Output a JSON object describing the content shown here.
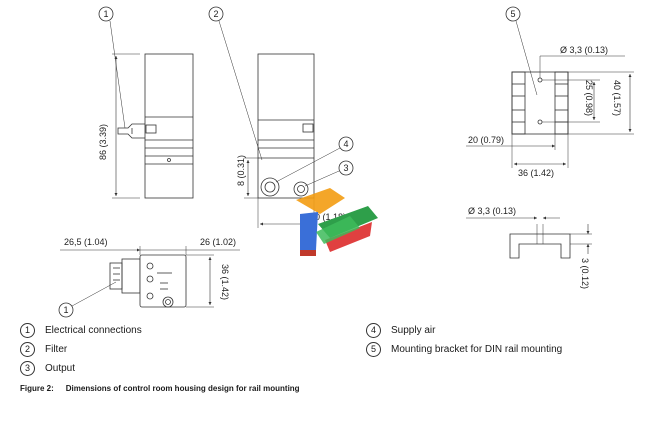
{
  "callouts": [
    "1",
    "2",
    "3",
    "4",
    "5"
  ],
  "dimensions": {
    "height_86": "86 (3.39)",
    "d8": "8 (0.31)",
    "d30": "30 (1.18)",
    "d26_5": "26,5 (1.04)",
    "d26": "26 (1.02)",
    "d36_side": "36 (1.42)",
    "dia_top": "Ø 3,3 (0.13)",
    "d25": "25 (0.98)",
    "d40": "40 (1.57)",
    "d20": "20 (0.79)",
    "d36_bracket": "36 (1.42)",
    "dia_bottom": "Ø 3,3 (0.13)",
    "d3": "3 (0.12)"
  },
  "legend": [
    {
      "num": "1",
      "text": "Electrical connections"
    },
    {
      "num": "2",
      "text": "Filter"
    },
    {
      "num": "3",
      "text": "Output"
    },
    {
      "num": "4",
      "text": "Supply air"
    },
    {
      "num": "5",
      "text": "Mounting bracket for DIN rail mounting"
    }
  ],
  "caption": {
    "label": "Figure 2:",
    "text": "Dimensions of control room housing design for rail mounting"
  },
  "colors": {
    "line": "#333333",
    "logo_orange": "#f39c12",
    "logo_blue": "#3a6fd8",
    "logo_green": "#3dbb5a",
    "logo_red": "#e04040"
  }
}
